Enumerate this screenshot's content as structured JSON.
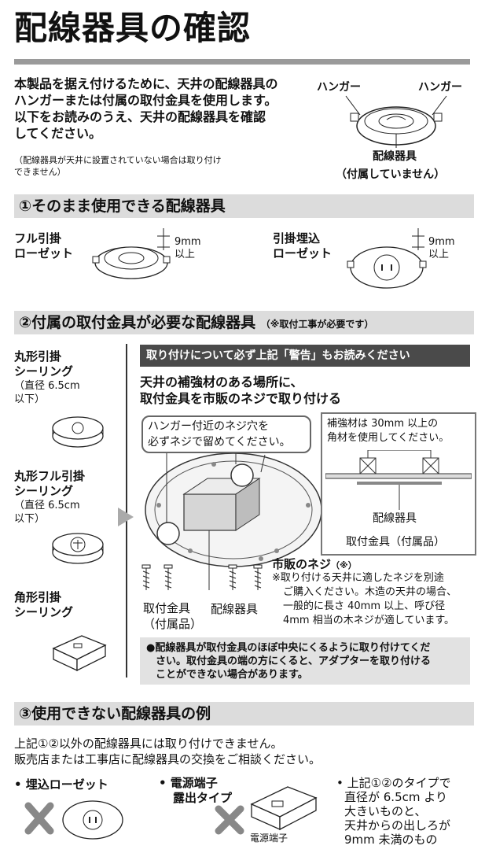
{
  "title": "配線器具の確認",
  "intro": {
    "line1": "本製品を据え付けるために、天井の配線器具の",
    "line2": "ハンガーまたは付属の取付金具を使用します。",
    "line3": "以下をお読みのうえ、天井の配線器具を確認",
    "line4": "してください。",
    "note1": "（配線器具が天井に設置されていない場合は取り付け",
    "note2": "できません）"
  },
  "top_figure": {
    "hanger_left": "ハンガー",
    "hanger_right": "ハンガー",
    "wiring_label": "配線器具",
    "not_included": "（付属していません）"
  },
  "section1": {
    "heading": "①そのまま使用できる配線器具",
    "items": [
      {
        "name1": "フル引掛",
        "name2": "ローゼット",
        "dim": "9mm",
        "dim2": "以上"
      },
      {
        "name1": "引掛埋込",
        "name2": "ローゼット",
        "dim": "9mm",
        "dim2": "以上"
      }
    ]
  },
  "section2": {
    "heading": "②付属の取付金具が必要な配線器具",
    "heading_note": "（※取付工事が必要です）",
    "side_items": [
      {
        "name1": "丸形引掛",
        "name2": "シーリング",
        "sub1": "（直径 6.5cm",
        "sub2": "以下）"
      },
      {
        "name1": "丸形フル引掛",
        "name2": "シーリング",
        "sub1": "（直径 6.5cm",
        "sub2": "以下）"
      },
      {
        "name1": "角形引掛",
        "name2": "シーリング"
      }
    ],
    "warning": "取り付けについて必ず上記「警告」もお読みください",
    "instr1": "天井の補強材のある場所に、",
    "instr2": "取付金具を市販のネジで取り付ける",
    "bubble1": "ハンガー付近のネジ穴を",
    "bubble2": "必ずネジで留めてください。",
    "hokyo1": "補強材は 30mm 以上の",
    "hokyo2": "角材を使用してください。",
    "hokyo_wiring": "配線器具",
    "hokyo_bracket": "取付金具（付属品）",
    "screw_label": "市販のネジ",
    "screw_mark": "（※）",
    "screw_note1": "※取り付ける天井に適したネジを別途",
    "screw_note2": "ご購入ください。木造の天井の場合、",
    "screw_note3": "一般的に長さ 40mm 以上、呼び径",
    "screw_note4": "4mm 相当の木ネジが適しています。",
    "bracket_label1": "取付金具",
    "bracket_label2": "（付属品）",
    "wiring_label": "配線器具",
    "note1": "●配線器具が取付金具のほぼ中央にくるように取り付けてくだ",
    "note2": "さい。取付金具の端の方にくると、アダプターを取り付ける",
    "note3": "ことができない場合があります。"
  },
  "section3": {
    "heading": "③使用できない配線器具の例",
    "text1": "上記①②以外の配線器具には取り付けできません。",
    "text2": "販売店または工事店に配線器具の交換をご相談ください。",
    "item1": "• 埋込ローゼット",
    "item2a": "• 電源端子",
    "item2b": "露出タイプ",
    "item2_terminal": "電源端子",
    "item3": [
      "• 上記①②のタイプで",
      "直径が 6.5cm より",
      "大きいものと、",
      "天井からの出しろが",
      "9mm 未満のもの"
    ]
  }
}
